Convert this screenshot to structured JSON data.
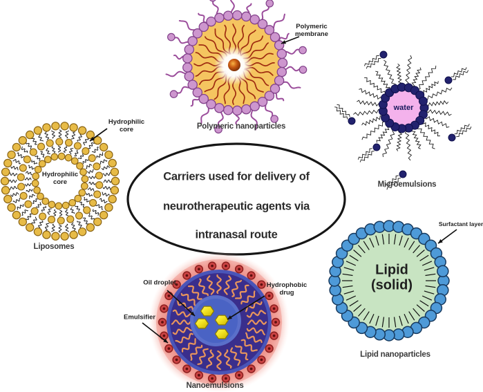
{
  "ellipse": {
    "line1": "Carriers used for delivery of",
    "line2": "neurotherapeutic agents via",
    "line3": "intranasal route"
  },
  "figures": {
    "liposomes": {
      "caption": "Liposomes",
      "core_label": "Hydrophilic\ncore",
      "outer_label": "Hydrophilic\ncore"
    },
    "polymeric": {
      "caption": "Polymeric nanoparticles",
      "membrane_label": "Polymeric\nmembrane"
    },
    "microemulsions": {
      "caption": "Microemulsions",
      "water_label": "water"
    },
    "nanoemulsions": {
      "caption": "Nanoemulsions",
      "oil_label": "Oil droplet",
      "drug_label": "Hydrophobic\ndrug",
      "emulsifier_label": "Emulsifier"
    },
    "lipid": {
      "caption": "Lipid nanoparticles",
      "core_text": "Lipid\n(solid)",
      "surfactant_label": "Surfactant layer"
    }
  },
  "art": {
    "colors": {
      "tail_black": "#1a1a1a",
      "liposome_head": "#E7BB47",
      "liposome_head_stroke": "#8A6414",
      "polymeric_body": "#F5C560",
      "polymeric_body_stroke": "#E0A23E",
      "polymeric_wave": "#9E2B10",
      "polymeric_bead": "#CD96CE",
      "polymeric_bead_stroke": "#83428B",
      "polymeric_tail": "#9B4D9B",
      "micro_water": "#F4B2EC",
      "micro_bead": "#22226E",
      "micro_bead_stroke": "#0F0F4A",
      "nano_shell": "#3A2E8C",
      "nano_shell_edge": "#4A55B8",
      "nano_core": "#4A63C4",
      "nano_core_edge": "#5E77D0",
      "nano_wave": "#E8955C",
      "nano_bead": "#CC4444",
      "nano_bead_ring": "#8E2020",
      "nano_bead_dot": "#5E1010",
      "hex_stroke": "#8A7A00",
      "lipid_core": "#C8E4C2",
      "lipid_core_stroke": "#A6C8A0",
      "lipid_bead": "#4E9AD8",
      "lipid_bead_stroke": "#16395E",
      "arrow": "#111111"
    }
  }
}
